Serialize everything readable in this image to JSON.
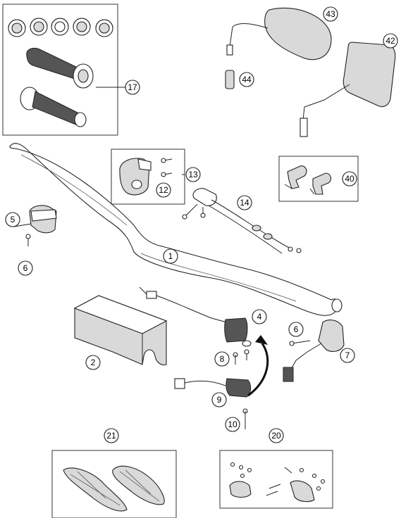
{
  "diagram": {
    "title": "",
    "callouts": [
      {
        "id": "c1",
        "label": "1"
      },
      {
        "id": "c2",
        "label": "2"
      },
      {
        "id": "c4",
        "label": "4"
      },
      {
        "id": "c5",
        "label": "5"
      },
      {
        "id": "c6a",
        "label": "6"
      },
      {
        "id": "c6b",
        "label": "6"
      },
      {
        "id": "c7",
        "label": "7"
      },
      {
        "id": "c8",
        "label": "8"
      },
      {
        "id": "c9",
        "label": "9"
      },
      {
        "id": "c10",
        "label": "10"
      },
      {
        "id": "c12",
        "label": "12"
      },
      {
        "id": "c13",
        "label": "13"
      },
      {
        "id": "c14",
        "label": "14"
      },
      {
        "id": "c17",
        "label": "17"
      },
      {
        "id": "c20",
        "label": "20"
      },
      {
        "id": "c21",
        "label": "21"
      },
      {
        "id": "c40",
        "label": "40"
      },
      {
        "id": "c42",
        "label": "42"
      },
      {
        "id": "c43",
        "label": "43"
      },
      {
        "id": "c44",
        "label": "44"
      }
    ]
  }
}
